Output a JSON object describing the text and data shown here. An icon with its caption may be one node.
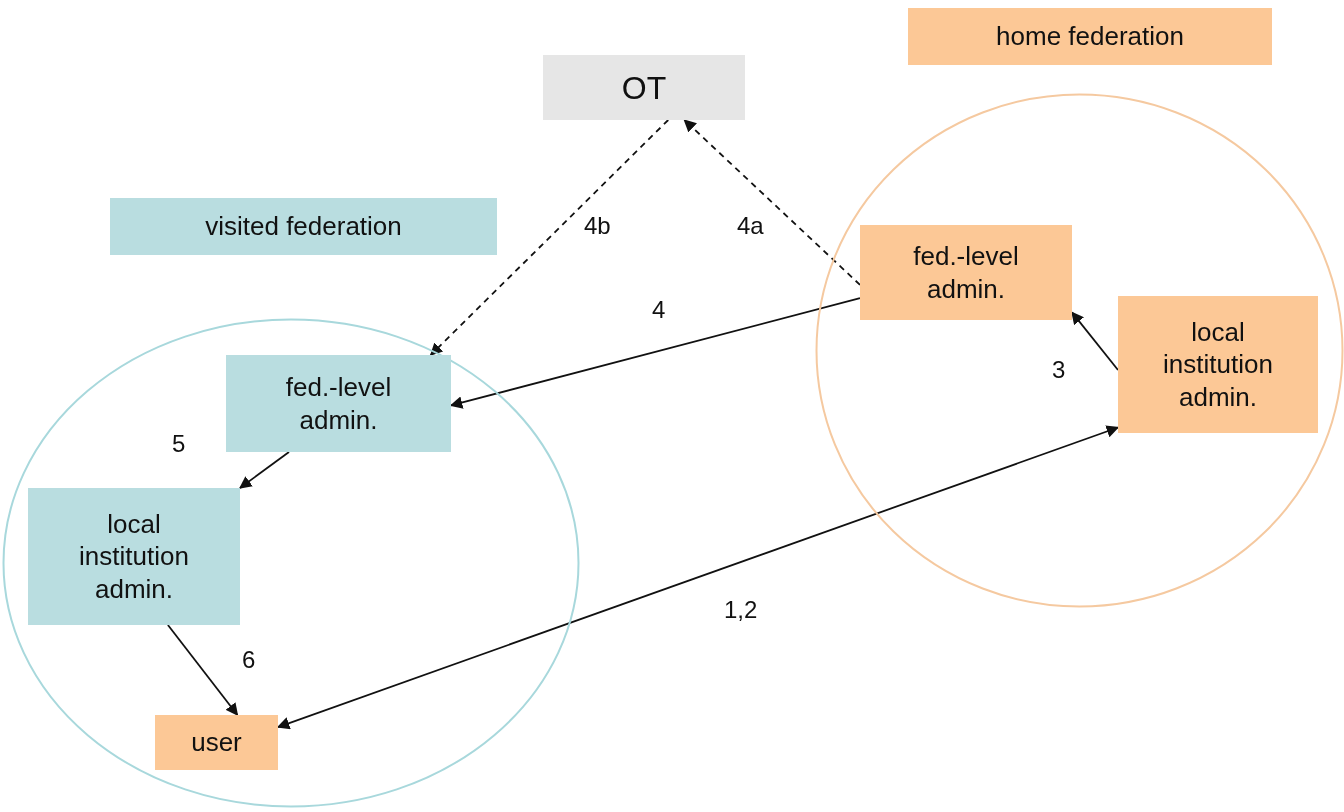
{
  "diagram": {
    "nodes": [
      {
        "text": [
          "home federation"
        ]
      },
      {
        "text": [
          "OT"
        ]
      },
      {
        "text": [],
        "shape": "circle"
      },
      {
        "text": [
          "fed.-level admin."
        ],
        "in": 2
      },
      {
        "text": [
          "local institution admin."
        ],
        "in": 2
      },
      {
        "text": [
          "visited federation"
        ]
      },
      {
        "text": [],
        "shape": "circle"
      },
      {
        "text": [
          "fed.-level admin."
        ],
        "in": 6
      },
      {
        "text": [
          "local institution admin."
        ],
        "in": 6
      },
      {
        "text": [
          "user"
        ],
        "in": 6
      }
    ],
    "edges": [
      {
        "from": 3,
        "to": 1,
        "arrow": "to",
        "style": "dashed",
        "label": "4a"
      },
      {
        "from": 1,
        "to": 7,
        "arrow": "to",
        "style": "dashed",
        "label": "4b"
      },
      {
        "from": 3,
        "to": 7,
        "arrow": "to",
        "label": "4"
      },
      {
        "from": 4,
        "to": 3,
        "arrow": "to",
        "label": "3"
      },
      {
        "from": 7,
        "to": 8,
        "arrow": "to",
        "label": "5"
      },
      {
        "from": 8,
        "to": 9,
        "arrow": "to",
        "label": "6"
      },
      {
        "from": 9,
        "to": 4,
        "arrow": "both",
        "label": "1,2"
      }
    ]
  }
}
